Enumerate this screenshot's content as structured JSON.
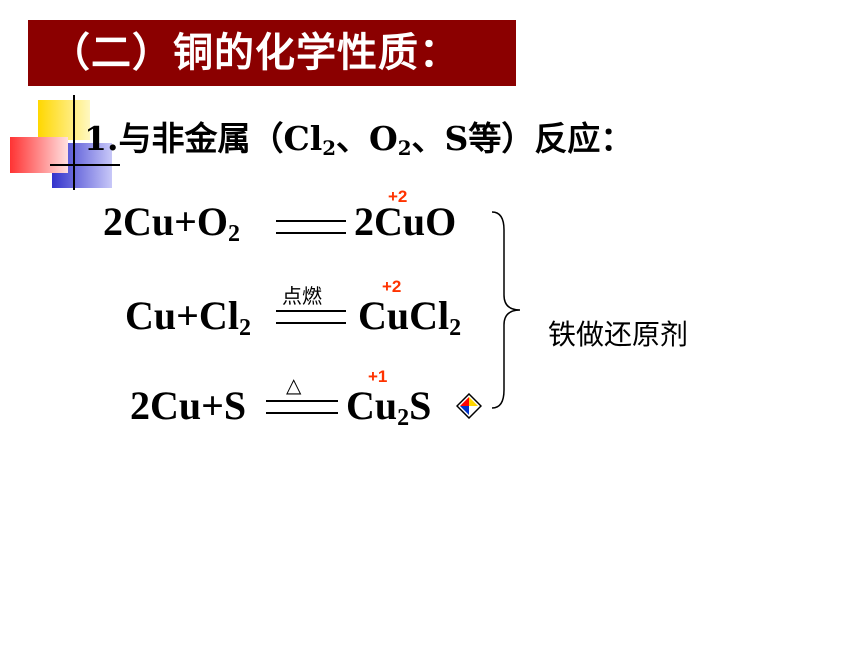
{
  "title": "（二）铜的化学性质：",
  "heading": {
    "prefix": "1.与非金属（Cl",
    "sub1": "2",
    "mid1": "、O",
    "sub2": "2",
    "suffix": "、S等）反应："
  },
  "reactions": [
    {
      "reactants_main": "2Cu+O",
      "reactants_sub": "2",
      "condition": "",
      "product_main": "2CuO",
      "product_sub": "",
      "oxidation": "+2"
    },
    {
      "reactants_main": "Cu+Cl",
      "reactants_sub": "2",
      "condition": "点燃",
      "product_main": "CuCl",
      "product_sub": "2",
      "oxidation": "+2"
    },
    {
      "reactants_main": "2Cu+S",
      "reactants_sub": "",
      "condition": "△",
      "product_main": "Cu",
      "product_sub": "2",
      "product_tail": "S",
      "oxidation": "+1"
    }
  ],
  "note": "铁做还原剂",
  "colors": {
    "title_bg": "#8B0000",
    "oxidation": "#FF3300",
    "deco_yellow": "#FFD700",
    "deco_blue": "#3333CC",
    "deco_red": "#FF3333"
  },
  "icons": {
    "bullet": "square-bullet-icon",
    "action": "diamond-action-icon"
  }
}
